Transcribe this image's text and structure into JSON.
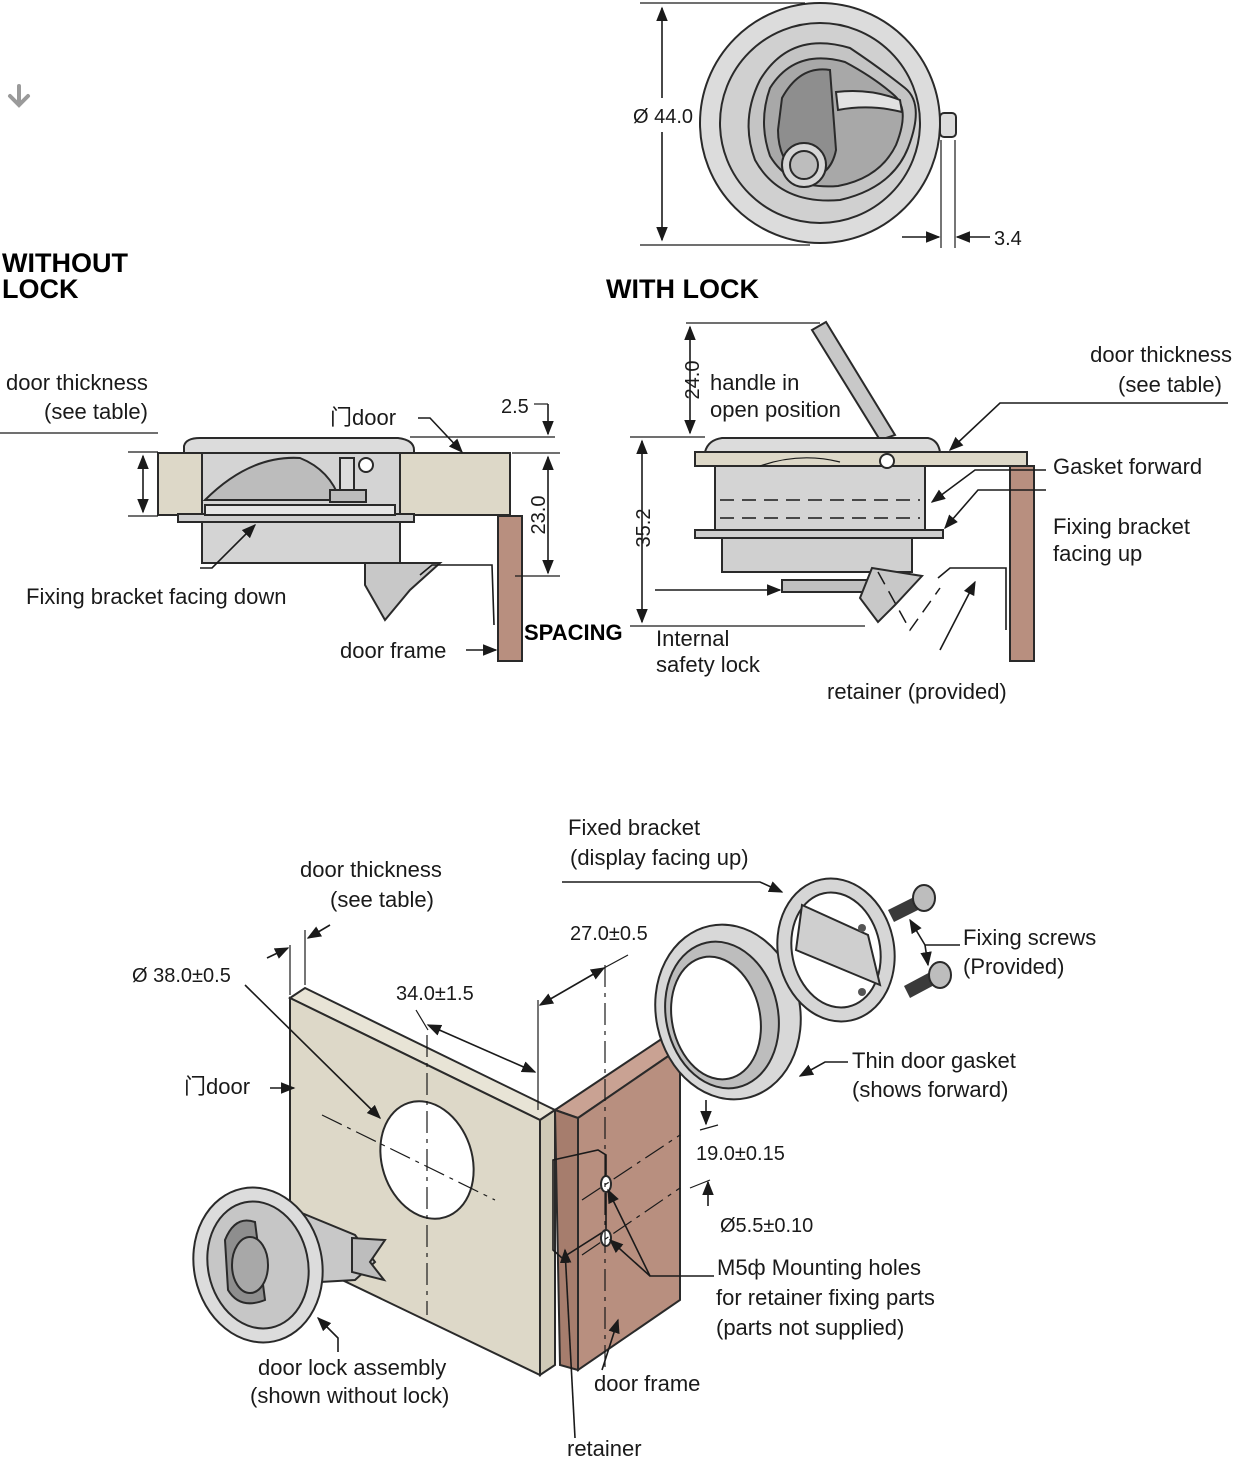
{
  "colors": {
    "door": "#ddd8c8",
    "frame": "#b88f7f",
    "metal_light": "#dcdcdc",
    "metal_mid": "#c4c4c4",
    "metal_dark": "#9e9e9e",
    "arrow_grey": "#9a9a9a"
  },
  "icons": {
    "scroll_hint": "down-arrow-icon"
  },
  "headings": {
    "without_lock_line1": "WITHOUT",
    "without_lock_line2": "LOCK",
    "with_lock": "WITH  LOCK"
  },
  "top_view": {
    "diameter": "Ø 44.0",
    "latch_offset": "3.4"
  },
  "without_lock": {
    "door_thickness_line1": "door thickness",
    "door_thickness_line2": "(see table)",
    "door_label": "门door",
    "dim_top": "2.5",
    "dim_height": "23.0",
    "bracket_label": "Fixing bracket facing down",
    "door_frame_label": "door frame",
    "spacing_label": "SPACING"
  },
  "with_lock": {
    "dim_handle": "24.0",
    "handle_line1": "handle in",
    "handle_line2": "open position",
    "door_thickness_line1": "door thickness",
    "door_thickness_line2": "(see table)",
    "gasket_label": "Gasket forward",
    "bracket_line1": "Fixing bracket",
    "bracket_line2": "facing up",
    "dim_height": "35.2",
    "safety_line1": "Internal",
    "safety_line2": "safety lock",
    "retainer_label": "retainer (provided)"
  },
  "exploded": {
    "door_thickness_line1": "door thickness",
    "door_thickness_line2": "(see table)",
    "fixed_bracket_line1": "Fixed bracket",
    "fixed_bracket_line2": "(display facing up)",
    "hole_diameter": "Ø 38.0±0.5",
    "dim_34": "34.0±1.5",
    "dim_27": "27.0±0.5",
    "fixing_screws_line1": "Fixing screws",
    "fixing_screws_line2": "(Provided)",
    "door_label": "门door",
    "gasket_line1": "Thin door gasket",
    "gasket_line2": "(shows forward)",
    "dim_19": "19.0±0.15",
    "dim_55": "Ø5.5±0.10",
    "mounting_line1": "M5ф  Mounting holes",
    "mounting_line2": "for retainer fixing parts",
    "mounting_line3": "(parts not supplied)",
    "assembly_line1": "door lock assembly",
    "assembly_line2": "(shown without lock)",
    "door_frame_label": "door frame",
    "retainer_label": "retainer"
  }
}
